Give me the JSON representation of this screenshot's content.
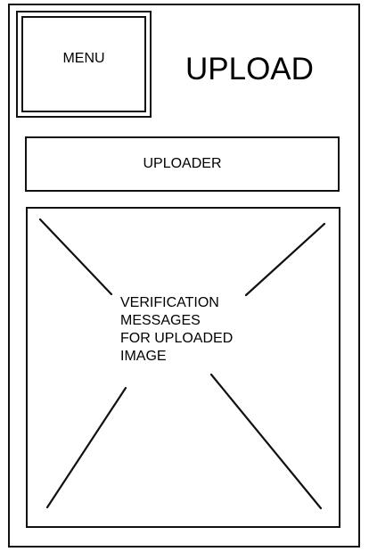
{
  "menu": {
    "label": "MENU"
  },
  "header": {
    "title": "UPLOAD"
  },
  "uploader": {
    "label": "UPLOADER"
  },
  "verification": {
    "lines": [
      "VERIFICATION",
      "MESSAGES",
      "FOR UPLOADED",
      "IMAGE"
    ]
  },
  "colors": {
    "stroke": "#111111",
    "background": "#ffffff"
  }
}
